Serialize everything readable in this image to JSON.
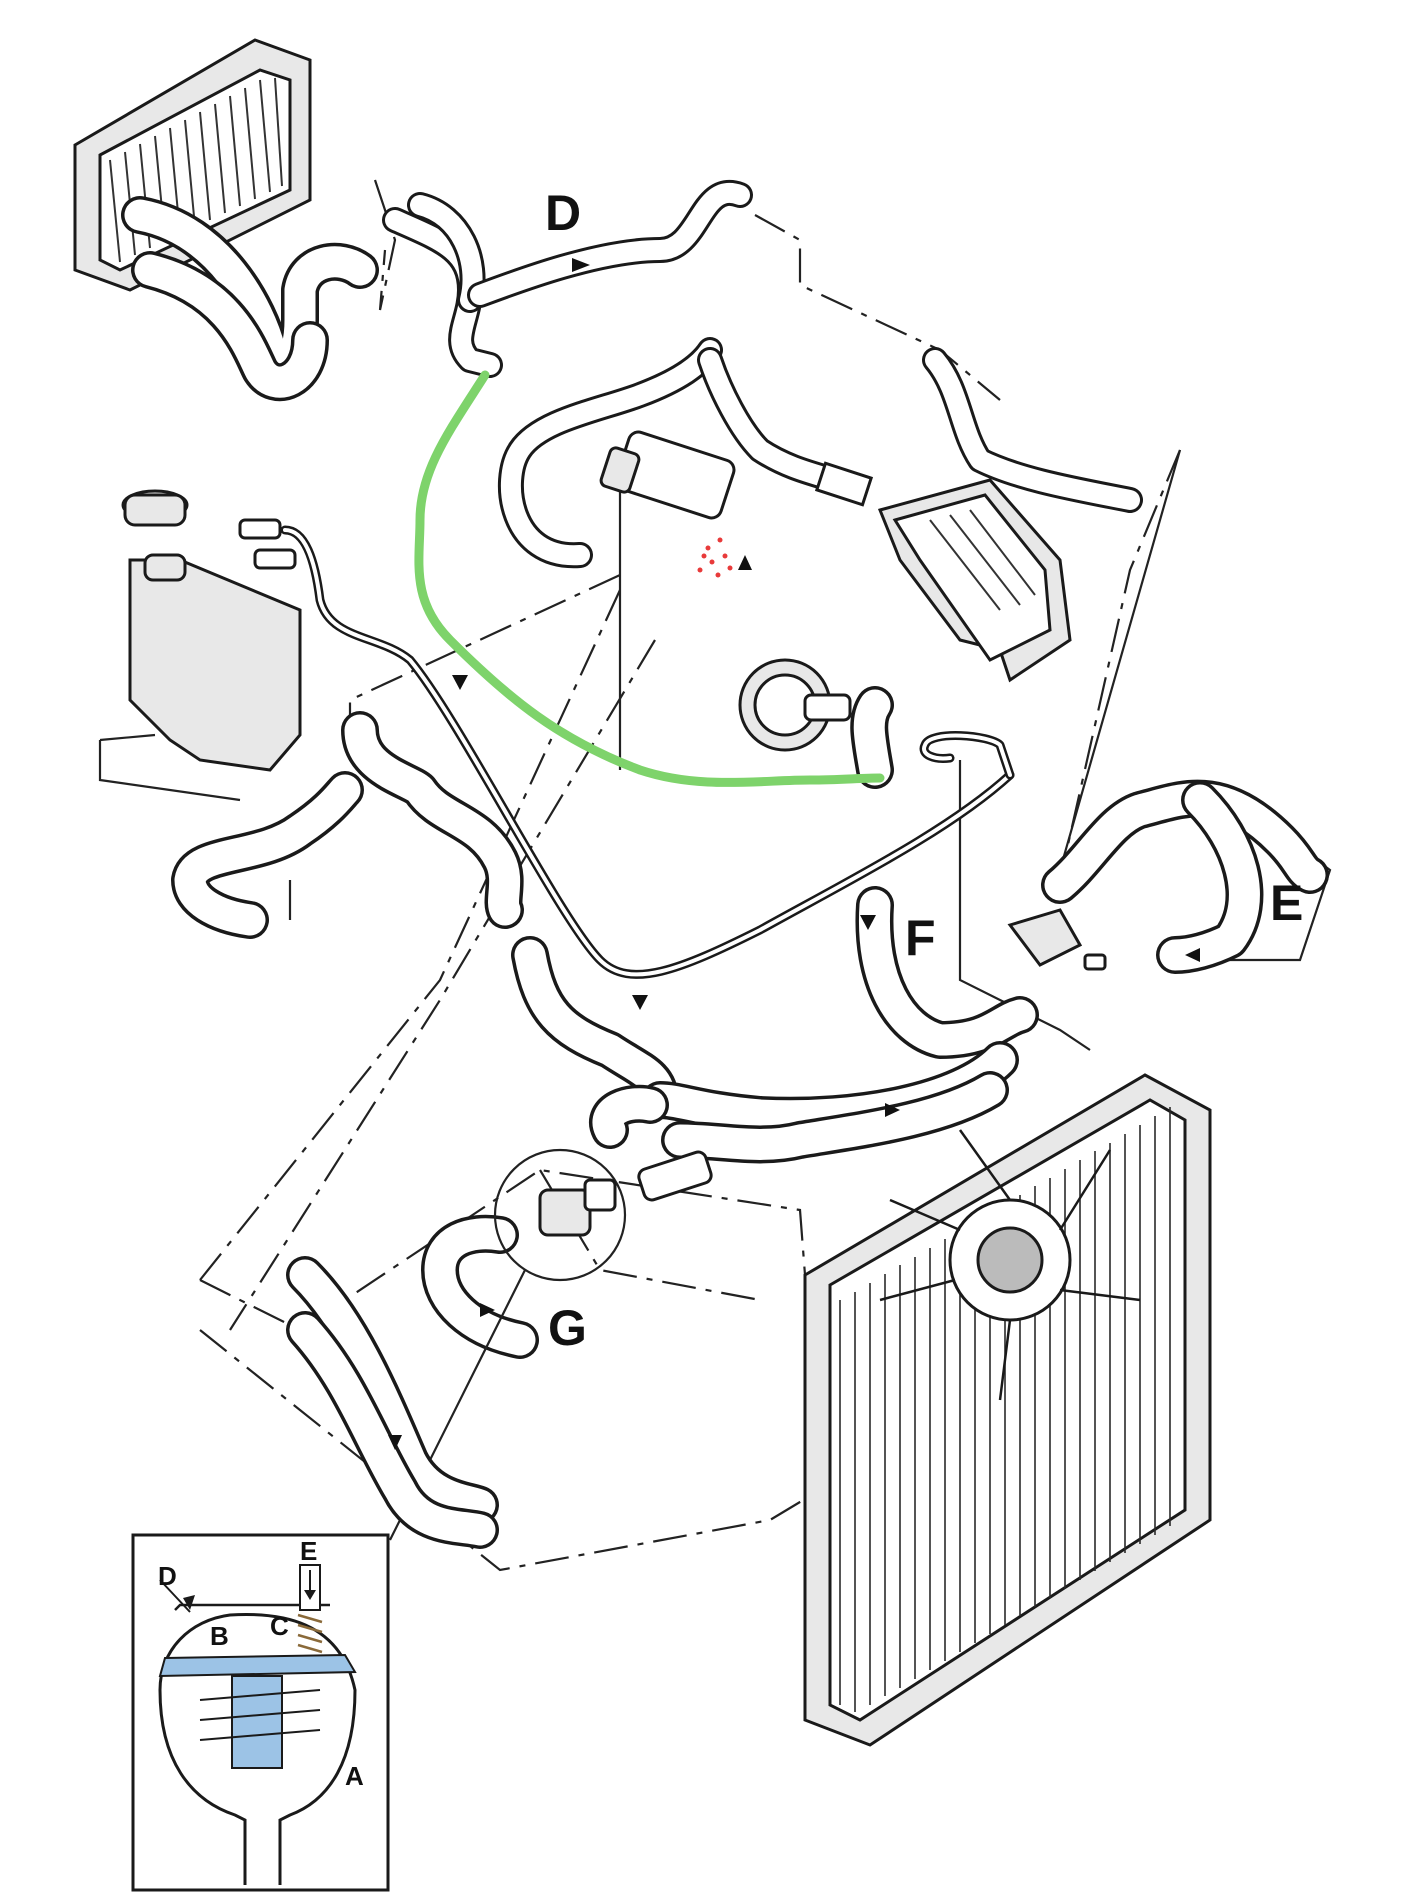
{
  "labels": {
    "D": "D",
    "E": "E",
    "F": "F",
    "G": "G"
  },
  "inset": {
    "A": "A",
    "B": "B",
    "C": "C",
    "D": "D",
    "E": "E"
  },
  "colors": {
    "annotation_green": "#7ed36b",
    "annotation_red": "#e83a3a",
    "valve_blue": "#9cc3e6"
  }
}
